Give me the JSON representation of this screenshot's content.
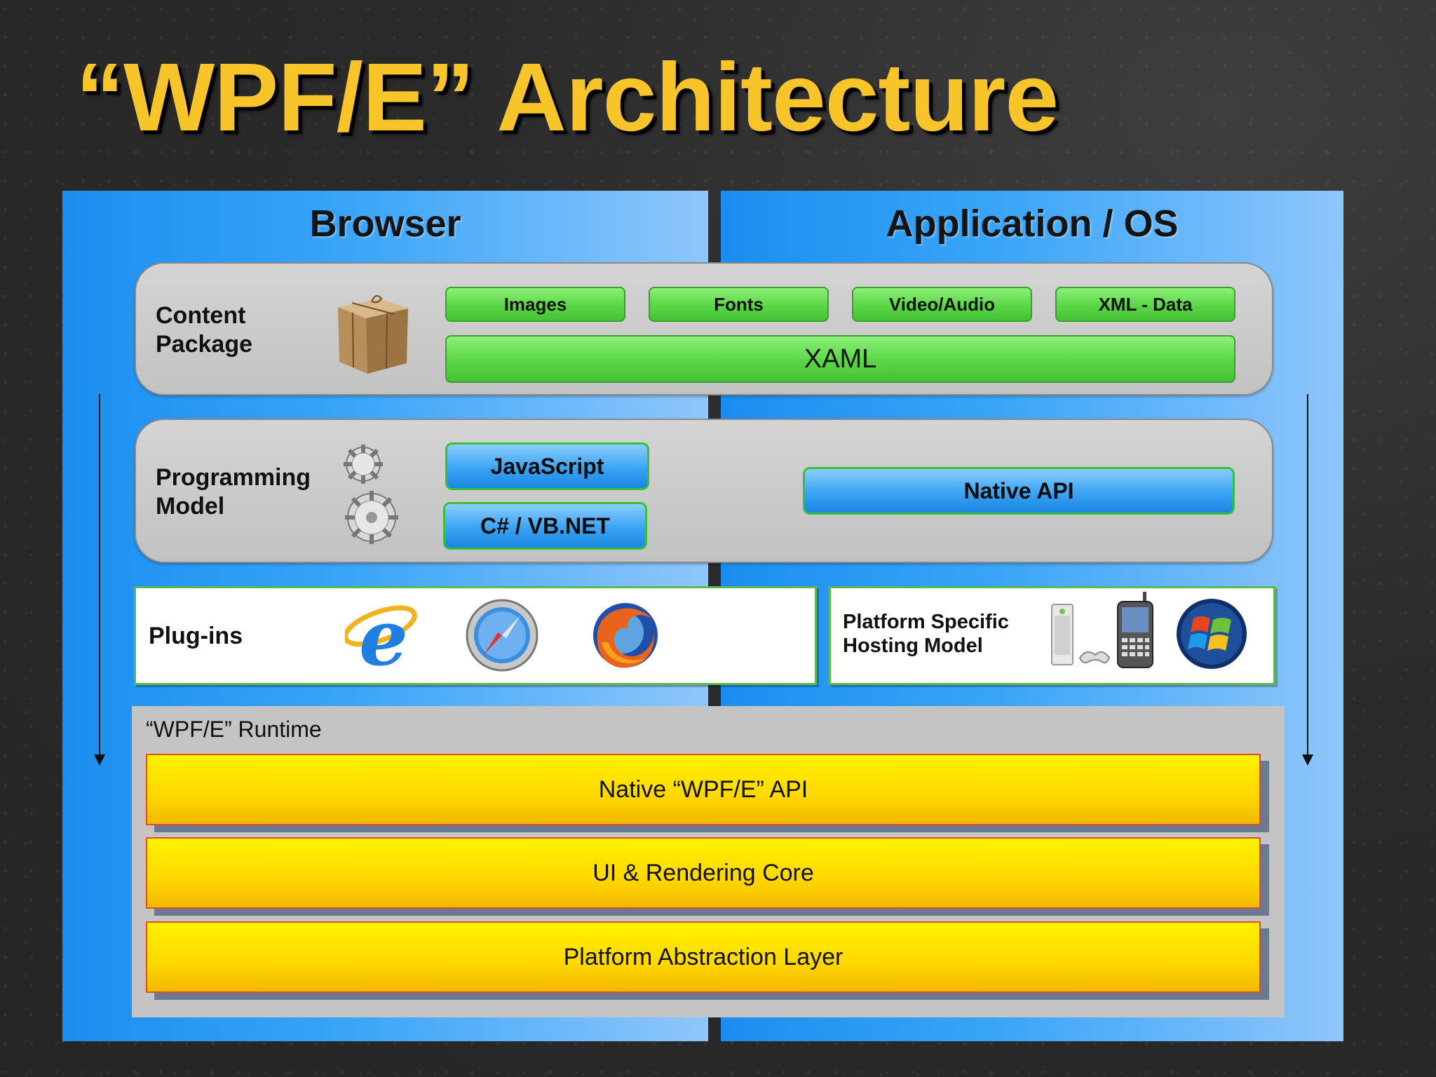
{
  "slide": {
    "title": "“WPF/E” Architecture"
  },
  "columns": {
    "browser": "Browser",
    "application": "Application / OS"
  },
  "content_package": {
    "label": "Content Package",
    "items": [
      "Images",
      "Fonts",
      "Video/Audio",
      "XML - Data"
    ],
    "base": "XAML",
    "icon": "package-box-icon"
  },
  "programming_model": {
    "label": "Programming Model",
    "languages": [
      "JavaScript",
      "C# / VB.NET"
    ],
    "native": "Native API",
    "icon": "gears-icon"
  },
  "plugins": {
    "label": "Plug-ins",
    "icons": [
      "internet-explorer-icon",
      "safari-icon",
      "firefox-icon"
    ]
  },
  "platform": {
    "label": "Platform Specific Hosting Model",
    "icons": [
      "xbox-console-icon",
      "pda-phone-icon",
      "windows-logo-icon"
    ]
  },
  "runtime": {
    "label": "“WPF/E” Runtime",
    "layers": [
      "Native “WPF/E” API",
      "UI & Rendering Core",
      "Platform Abstraction Layer"
    ]
  },
  "colors": {
    "title": "#f7c52a",
    "column_blue": "#1a8ef0",
    "pill_green": "#5ad645",
    "layer_yellow": "#ffd700"
  }
}
